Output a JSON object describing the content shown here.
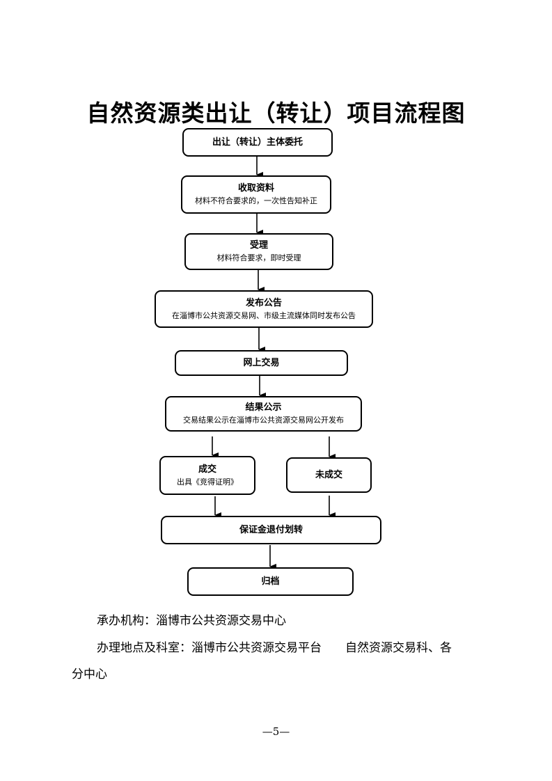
{
  "title": "自然资源类出让（转让）项目流程图",
  "flow": {
    "step1": {
      "label": "出让（转让）主体委托"
    },
    "step2": {
      "label": "收取资料",
      "note": "材料不符合要求的，一次性告知补正"
    },
    "step3": {
      "label": "受理",
      "note": "材料符合要求，即时受理"
    },
    "step4": {
      "label": "发布公告",
      "note": "在淄博市公共资源交易网、市级主流媒体同时发布公告"
    },
    "step5": {
      "label": "网上交易"
    },
    "step6": {
      "label": "结果公示",
      "note": "交易结果公示在淄博市公共资源交易网公开发布"
    },
    "step7a": {
      "label": "成交",
      "note": "出具《竞得证明》"
    },
    "step7b": {
      "label": "未成交"
    },
    "step8": {
      "label": "保证金退付划转"
    },
    "step9": {
      "label": "归档"
    }
  },
  "footer": {
    "line1": "承办机构：淄博市公共资源交易中心",
    "line2": "办理地点及科室：淄博市公共资源交易平台　　自然资源交易科、各",
    "line3": "分中心",
    "page_number": "—5—"
  }
}
